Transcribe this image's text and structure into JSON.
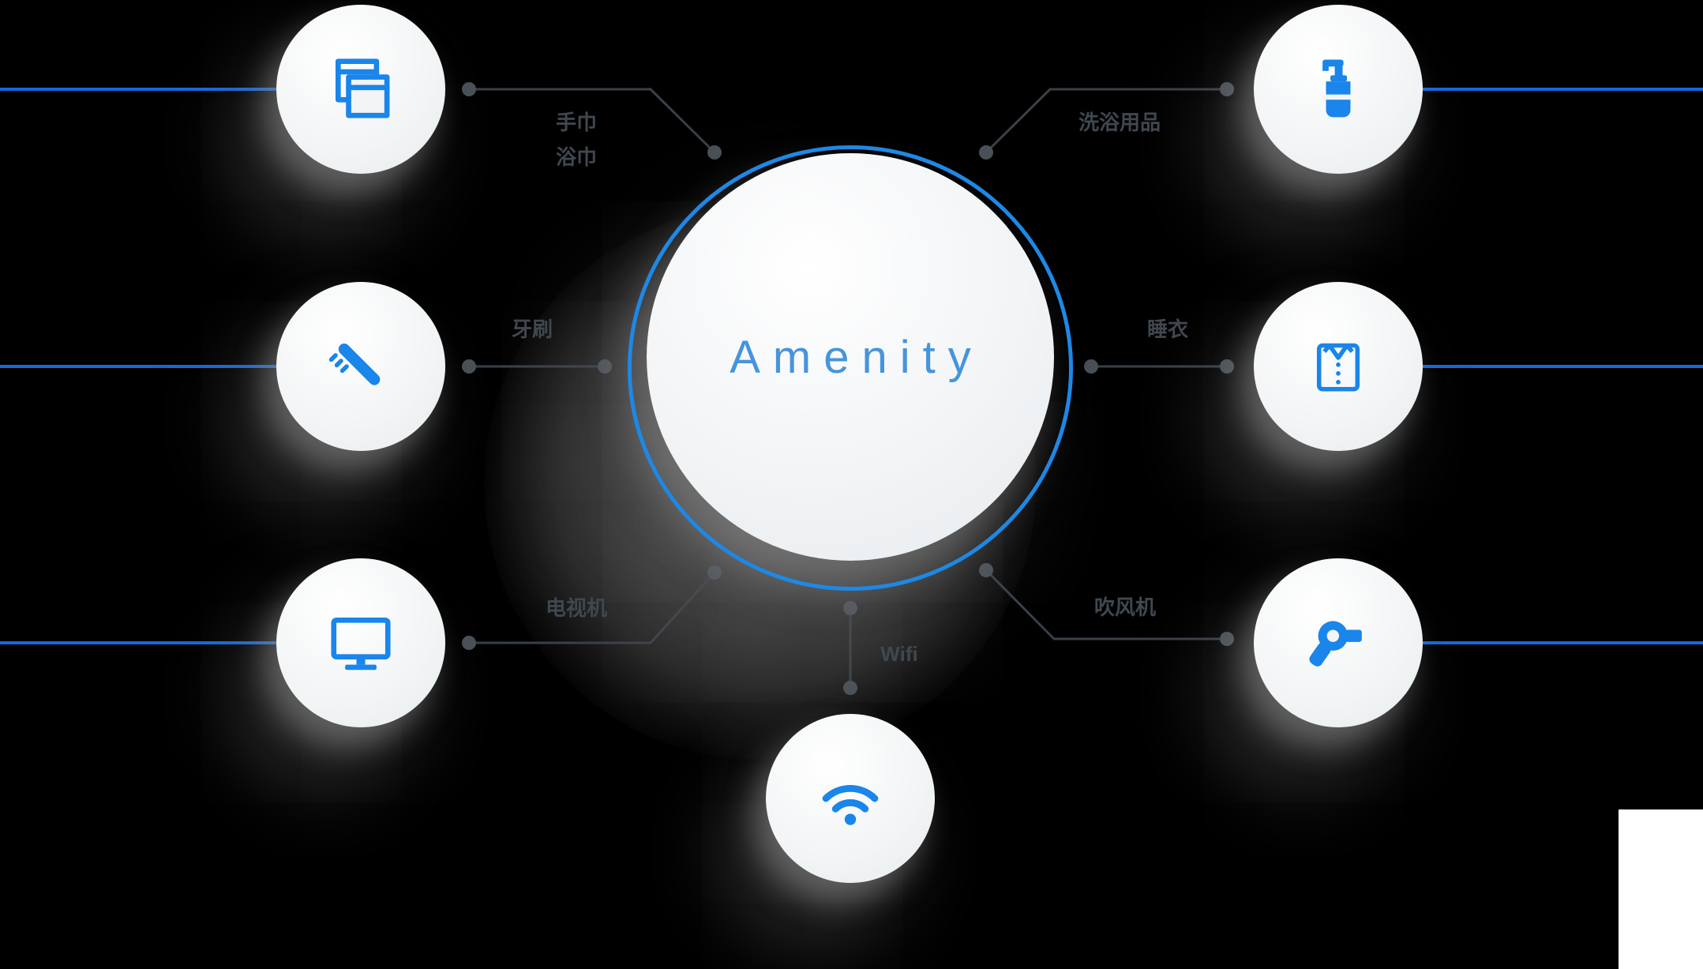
{
  "title": "Amenity",
  "center": {
    "label": "Amenity"
  },
  "nodes": [
    {
      "id": "towels",
      "icon": "towel-icon",
      "label_line1": "手巾",
      "label_line2": "浴巾"
    },
    {
      "id": "toothbrush",
      "icon": "toothbrush-icon",
      "label": "牙刷"
    },
    {
      "id": "tv",
      "icon": "tv-icon",
      "label": "电视机"
    },
    {
      "id": "toiletries",
      "icon": "lotion-bottle-icon",
      "label": "洗浴用品"
    },
    {
      "id": "pajamas",
      "icon": "pajamas-icon",
      "label": "睡衣"
    },
    {
      "id": "hairdryer",
      "icon": "hair-dryer-icon",
      "label": "吹风机"
    },
    {
      "id": "wifi",
      "icon": "wifi-icon",
      "label": "Wifi"
    }
  ],
  "colors": {
    "accent_blue": "#1a85ea",
    "line_blue": "#1569de",
    "ring_blue": "#1e88e5",
    "title_blue": "#4694dc",
    "connector_gray": "#3a4047",
    "dot_gray": "#4a5058",
    "label_gray": "#40474f",
    "circle_fill": "#f2f4f5",
    "background": "#000000"
  }
}
